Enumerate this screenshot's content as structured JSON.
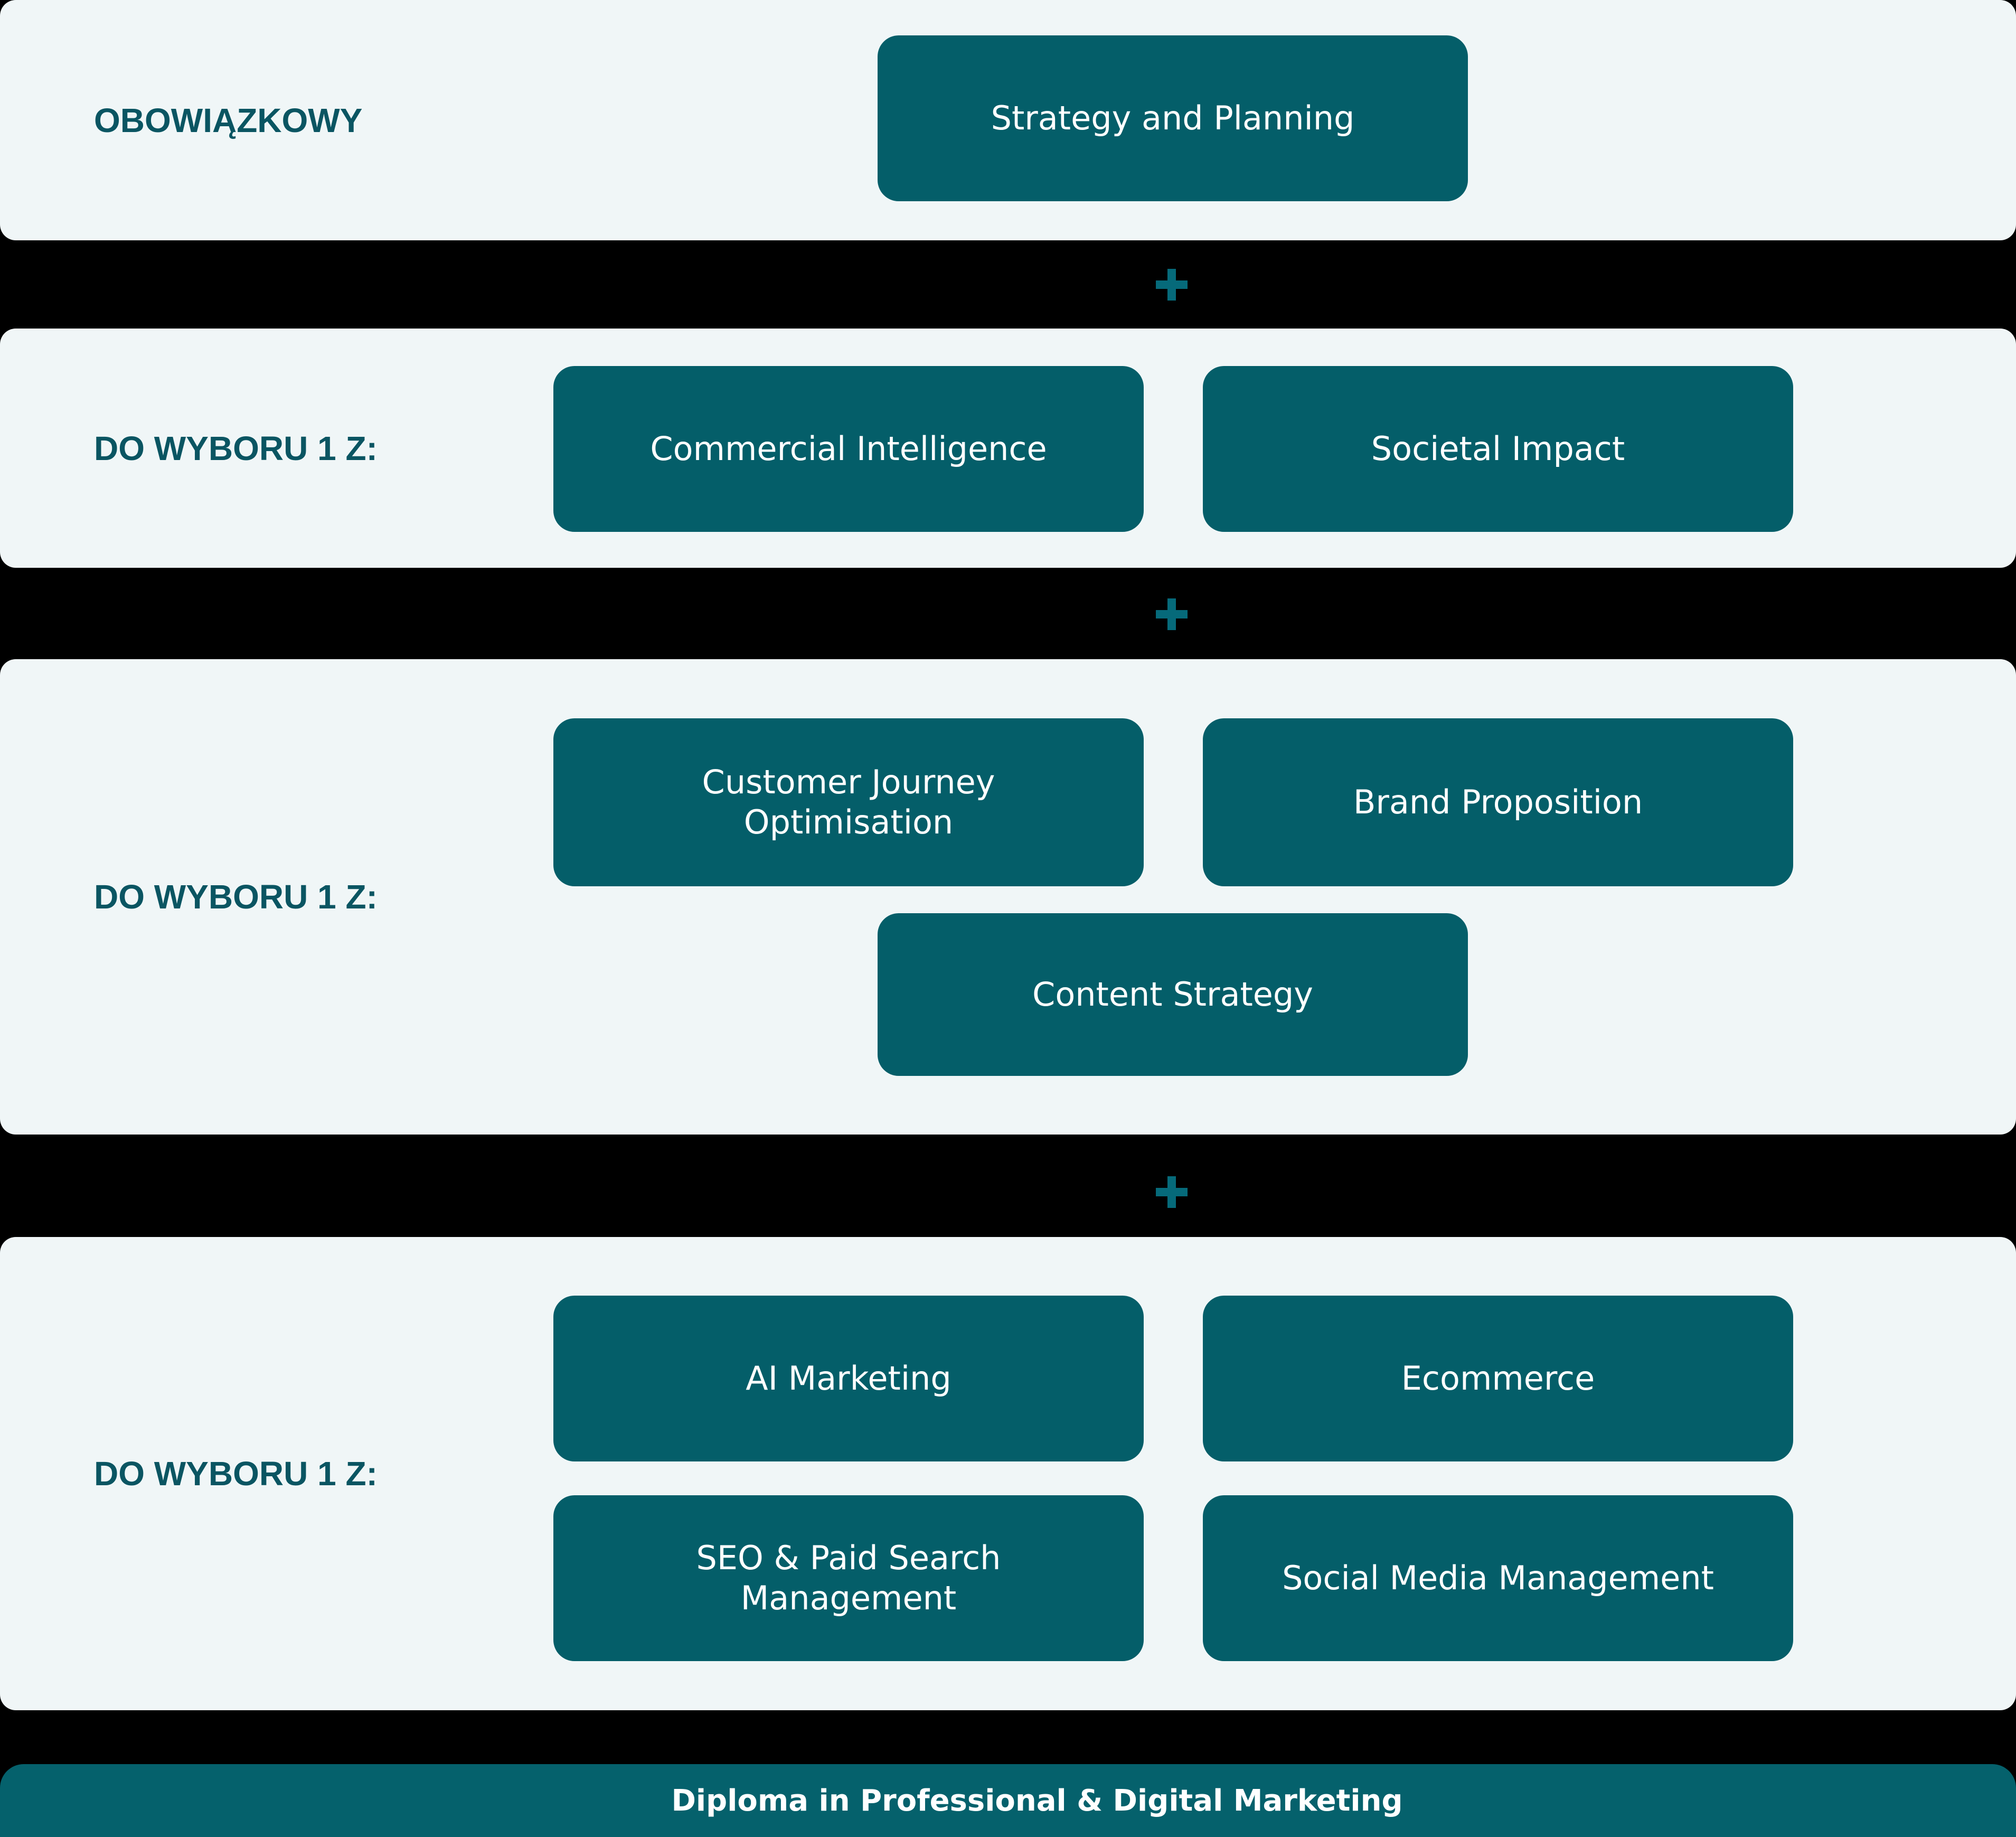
{
  "colors": {
    "background": "#000000",
    "panel_bg": "#F0F6F7",
    "module_teal": "#045E69",
    "label_teal": "#0A5562",
    "plus_teal": "#066A7A",
    "footer_teal": "#05616C",
    "button_text": "#FFFFFF"
  },
  "sections": [
    {
      "label": "OBOWIĄZKOWY",
      "buttons": [
        {
          "label": "Strategy and Planning"
        }
      ]
    },
    {
      "label": "DO WYBORU 1 Z:",
      "buttons": [
        {
          "label": "Commercial Intelligence"
        },
        {
          "label": "Societal Impact"
        }
      ]
    },
    {
      "label": "DO WYBORU 1 Z:",
      "buttons": [
        {
          "label": "Customer Journey\nOptimisation"
        },
        {
          "label": "Brand Proposition"
        },
        {
          "label": "Content Strategy"
        }
      ]
    },
    {
      "label": "DO WYBORU 1 Z:",
      "buttons": [
        {
          "label": "AI Marketing"
        },
        {
          "label": "Ecommerce"
        },
        {
          "label": "SEO & Paid Search\nManagement"
        },
        {
          "label": "Social Media Management"
        }
      ]
    }
  ],
  "connectors": {
    "plus_symbol": "+"
  },
  "footer": {
    "label": "Diploma in Professional & Digital Marketing"
  }
}
